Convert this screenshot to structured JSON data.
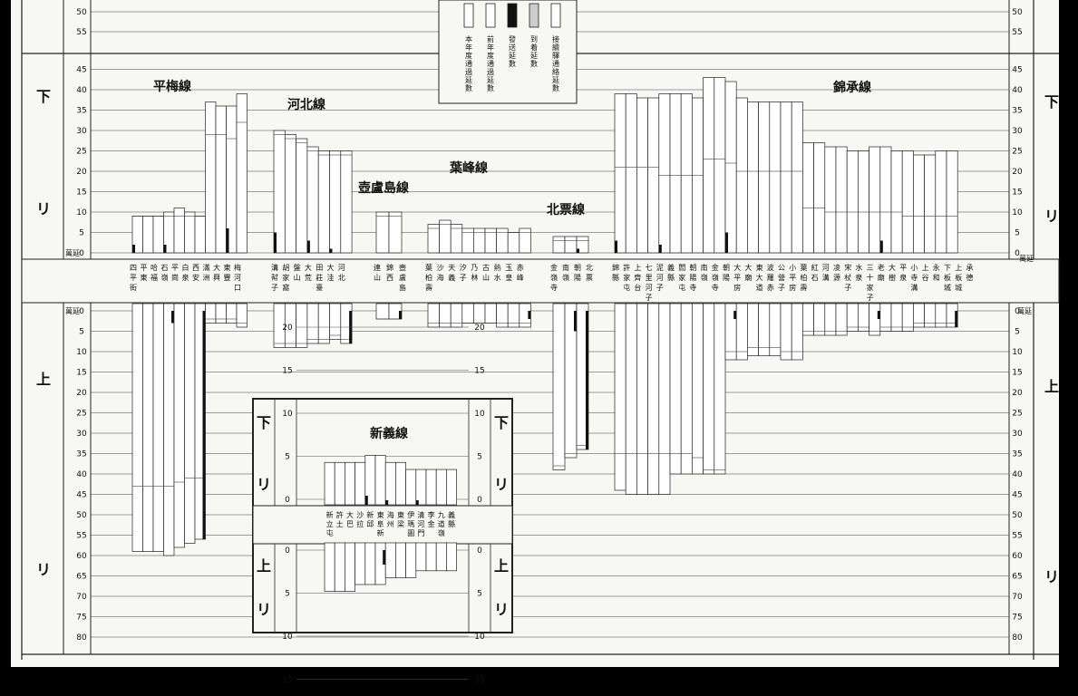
{
  "chart_data": {
    "type": "bar",
    "direction_labels": {
      "down": [
        "下",
        "リ"
      ],
      "up": [
        "上",
        "リ"
      ]
    },
    "unit_label": "萬延",
    "main_axis": {
      "down_ticks": [
        0,
        5,
        10,
        15,
        20,
        25,
        30,
        35,
        40,
        45
      ],
      "up_ticks": [
        0,
        5,
        10,
        15,
        20,
        25,
        30,
        35,
        40,
        45,
        50,
        55,
        60,
        65,
        70,
        75,
        80
      ],
      "top_partial_ticks": [
        50,
        55
      ]
    },
    "legend": {
      "items": [
        "本年度通過延數",
        "前年度通過延數",
        "發送延數",
        "到着延數",
        "接續驛通絡延數"
      ]
    },
    "lines": [
      {
        "name": "平梅線",
        "stations": [
          "四平街",
          "平東",
          "哈福",
          "石嶺",
          "平崗",
          "白泉",
          "西安",
          "滿洲",
          "大興",
          "東豐",
          "梅河口"
        ],
        "down": [
          9,
          9,
          9,
          10,
          11,
          10,
          9,
          37,
          36,
          36,
          39
        ],
        "down_prev": [
          9,
          9,
          9,
          9,
          9,
          9,
          9,
          29,
          29,
          28,
          32
        ],
        "down_depart": [
          2,
          0,
          0,
          2,
          0,
          0,
          0,
          0,
          0,
          6,
          0
        ],
        "up": [
          59,
          59,
          59,
          60,
          58,
          57,
          56,
          3,
          3,
          3,
          4
        ],
        "up_prev": [
          43,
          43,
          43,
          43,
          42,
          41,
          41,
          2,
          2,
          2,
          3
        ],
        "up_arrive": [
          0,
          0,
          0,
          3,
          0,
          0,
          56,
          0,
          0,
          0,
          0
        ]
      },
      {
        "name": "河北線",
        "stations": [
          "溝幇子",
          "胡家窩",
          "盤山",
          "大荒",
          "田莊臺",
          "大洼",
          "河北"
        ],
        "down": [
          30,
          29,
          28,
          26,
          25,
          25,
          25
        ],
        "down_prev": [
          29,
          28,
          27,
          25,
          24,
          24,
          24
        ],
        "down_depart": [
          5,
          0,
          0,
          3,
          0,
          1,
          0
        ],
        "up": [
          9,
          9,
          9,
          8,
          8,
          7,
          8
        ],
        "up_prev": [
          8,
          8,
          8,
          7,
          7,
          6,
          7
        ],
        "up_arrive": [
          0,
          0,
          0,
          0,
          0,
          0,
          8
        ]
      },
      {
        "name": "壺盧島線",
        "stations": [
          "連山",
          "錦西",
          "壺盧島"
        ],
        "down": [
          10,
          10
        ],
        "down_prev": [
          9,
          9
        ],
        "down_depart": [
          0,
          0
        ],
        "up": [
          2,
          2
        ],
        "up_prev": [
          2,
          2
        ],
        "up_arrive": [
          0,
          2
        ]
      },
      {
        "name": "葉峰線",
        "stations": [
          "葉柏壽",
          "沙海",
          "天義",
          "汐子",
          "乃林",
          "古山",
          "熱水",
          "玉皇",
          "赤峰"
        ],
        "down": [
          7,
          8,
          7,
          6,
          6,
          6,
          6,
          5,
          6
        ],
        "down_prev": [
          6,
          7,
          6,
          5,
          5,
          5,
          5,
          5,
          5
        ],
        "down_depart": [
          0,
          0,
          0,
          0,
          0,
          0,
          0,
          0,
          0
        ],
        "up": [
          4,
          4,
          4,
          3,
          3,
          3,
          4,
          4,
          4
        ],
        "up_prev": [
          3,
          3,
          3,
          3,
          3,
          3,
          3,
          3,
          3
        ],
        "up_arrive": [
          0,
          0,
          0,
          0,
          0,
          0,
          0,
          0,
          2
        ]
      },
      {
        "name": "北票線",
        "stations": [
          "金嶺寺",
          "南嶺",
          "朝陽",
          "北票"
        ],
        "down": [
          4,
          4,
          4
        ],
        "down_prev": [
          3,
          3,
          3
        ],
        "down_depart": [
          0,
          0,
          1
        ],
        "up": [
          39,
          36,
          34
        ],
        "up_prev": [
          38,
          35,
          33
        ],
        "up_arrive": [
          0,
          5,
          34
        ]
      },
      {
        "name": "錦承線",
        "stations": [
          "錦縣",
          "許家屯",
          "上齊台",
          "七里河子",
          "泥河子",
          "義縣",
          "閻家屯",
          "朝陽寺",
          "南嶺",
          "金嶺寺",
          "朝陽",
          "大平房",
          "大廟",
          "東大道",
          "波羅赤",
          "公營子",
          "小平房",
          "葉柏壽",
          "紅石",
          "河溝",
          "凌源",
          "宋杖子",
          "水泉",
          "三十家子",
          "老廟",
          "大樹",
          "平泉",
          "小寺溝",
          "上谷",
          "永和",
          "下板城",
          "上板城",
          "承德"
        ],
        "down": [
          39,
          39,
          38,
          38,
          39,
          39,
          39,
          38,
          43,
          43,
          42,
          38,
          37,
          37,
          37,
          37,
          37,
          27,
          27,
          26,
          26,
          25,
          25,
          26,
          26,
          25,
          25,
          24,
          24,
          25,
          25
        ],
        "down_prev": [
          21,
          21,
          21,
          21,
          19,
          19,
          19,
          19,
          23,
          23,
          22,
          20,
          20,
          20,
          20,
          20,
          20,
          11,
          11,
          10,
          10,
          10,
          10,
          10,
          10,
          10,
          9,
          9,
          9,
          9,
          9
        ],
        "down_depart": [
          3,
          0,
          0,
          0,
          2,
          0,
          0,
          0,
          0,
          0,
          5,
          0,
          0,
          0,
          0,
          0,
          0,
          0,
          0,
          0,
          0,
          0,
          0,
          0,
          3,
          0,
          0,
          0,
          0,
          0,
          0
        ],
        "up": [
          44,
          45,
          45,
          45,
          45,
          40,
          40,
          40,
          40,
          40,
          12,
          12,
          11,
          11,
          11,
          12,
          12,
          6,
          6,
          6,
          6,
          5,
          5,
          6,
          5,
          5,
          5,
          4,
          4,
          4,
          4
        ],
        "up_prev": [
          35,
          35,
          35,
          35,
          35,
          35,
          35,
          36,
          39,
          39,
          10,
          10,
          9,
          9,
          9,
          10,
          10,
          5,
          5,
          5,
          5,
          4,
          4,
          5,
          4,
          4,
          4,
          3,
          3,
          3,
          3
        ],
        "up_arrive": [
          0,
          0,
          0,
          0,
          0,
          0,
          0,
          0,
          0,
          0,
          2,
          0,
          0,
          0,
          0,
          0,
          0,
          0,
          0,
          0,
          0,
          0,
          0,
          2,
          0,
          0,
          0,
          0,
          0,
          0,
          4
        ]
      }
    ],
    "inset": {
      "name": "新義線",
      "stations": [
        "新立屯",
        "許土",
        "大巴",
        "沙拉",
        "新邱",
        "東阜新",
        "海州",
        "東梁",
        "伊瑪圖",
        "清河門",
        "李金",
        "九道嶺",
        "義縣"
      ],
      "down_ticks": [
        0,
        5,
        10,
        15,
        20
      ],
      "up_ticks": [
        0,
        5,
        10,
        15
      ],
      "down": [
        6,
        6,
        6,
        6,
        7,
        7,
        6,
        6,
        5,
        5,
        5,
        5,
        5
      ],
      "down_prev": [
        5,
        5,
        5,
        5,
        6,
        6,
        5,
        5,
        4,
        4,
        4,
        4,
        4
      ],
      "down_depart": [
        0,
        0,
        0,
        0,
        2,
        0,
        1,
        0,
        0,
        1,
        0,
        0,
        0
      ],
      "up": [
        6,
        6,
        6,
        5,
        5,
        5,
        4,
        4,
        4,
        3,
        3,
        3,
        3
      ],
      "up_prev": [
        5,
        5,
        5,
        4,
        4,
        4,
        3,
        3,
        3,
        2,
        2,
        2,
        2
      ],
      "up_arrive": [
        0,
        0,
        0,
        0,
        0,
        2,
        0,
        0,
        0,
        0,
        0,
        0,
        0
      ]
    }
  }
}
